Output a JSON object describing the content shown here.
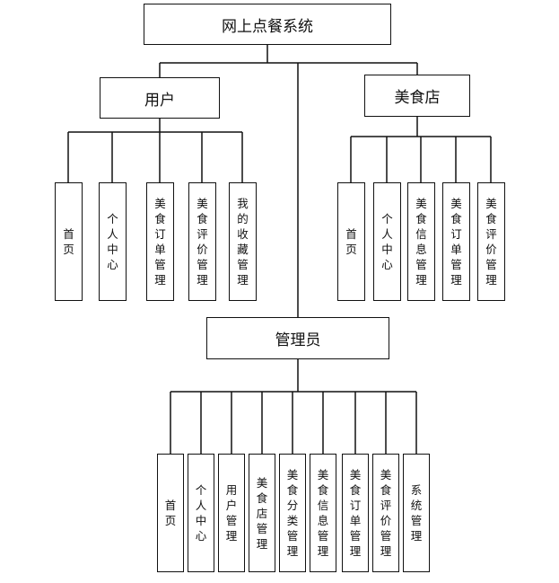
{
  "title": "网上点餐系统",
  "groups": {
    "user": {
      "label": "用户",
      "items": [
        "首页",
        "个人中心",
        "美食订单管理",
        "美食评价管理",
        "我的收藏管理"
      ]
    },
    "store": {
      "label": "美食店",
      "items": [
        "首页",
        "个人中心",
        "美食信息管理",
        "美食订单管理",
        "美食评价管理"
      ]
    },
    "admin": {
      "label": "管理员",
      "items": [
        "首页",
        "个人中心",
        "用户管理",
        "美食店管理",
        "美食分类管理",
        "美食信息管理",
        "美食订单管理",
        "美食评价管理",
        "系统管理"
      ]
    }
  }
}
